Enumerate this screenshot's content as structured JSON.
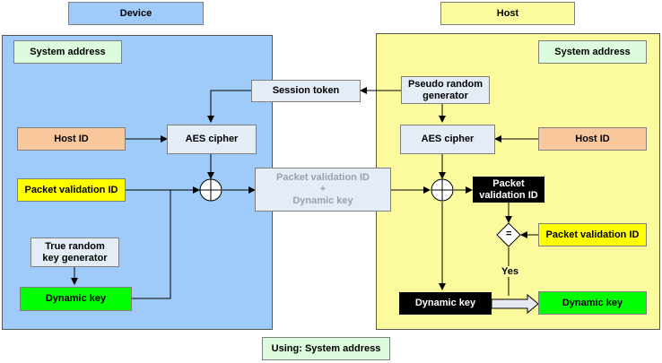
{
  "device": {
    "header": "Device",
    "system_address": "System address",
    "host_id": "Host ID",
    "packet_validation_id": "Packet validation ID",
    "aes_cipher": "AES cipher",
    "true_random_generator": "True random\nkey generator",
    "dynamic_key": "Dynamic key"
  },
  "host": {
    "header": "Host",
    "system_address": "System address",
    "pseudo_random_generator": "Pseudo random\ngenerator",
    "aes_cipher": "AES cipher",
    "host_id": "Host ID",
    "packet_validation_id_black": "Packet\nvalidation ID",
    "packet_validation_id": "Packet validation ID",
    "equals_symbol": "=",
    "yes_label": "Yes",
    "dynamic_key_black": "Dynamic key",
    "dynamic_key": "Dynamic key"
  },
  "middle": {
    "session_token": "Session token",
    "packet_and_key": "Packet validation ID\n+\nDynamic key"
  },
  "footer": {
    "using": "Using: System address"
  },
  "colors": {
    "device_panel": "#9ecbfa",
    "host_panel": "#fbfb9e",
    "light_green": "#ddfcdd",
    "orange": "#f8c79c",
    "yellow": "#ffff00",
    "green": "#00ff00",
    "light_blue_gray": "#e4ecf5",
    "black": "#000000"
  }
}
